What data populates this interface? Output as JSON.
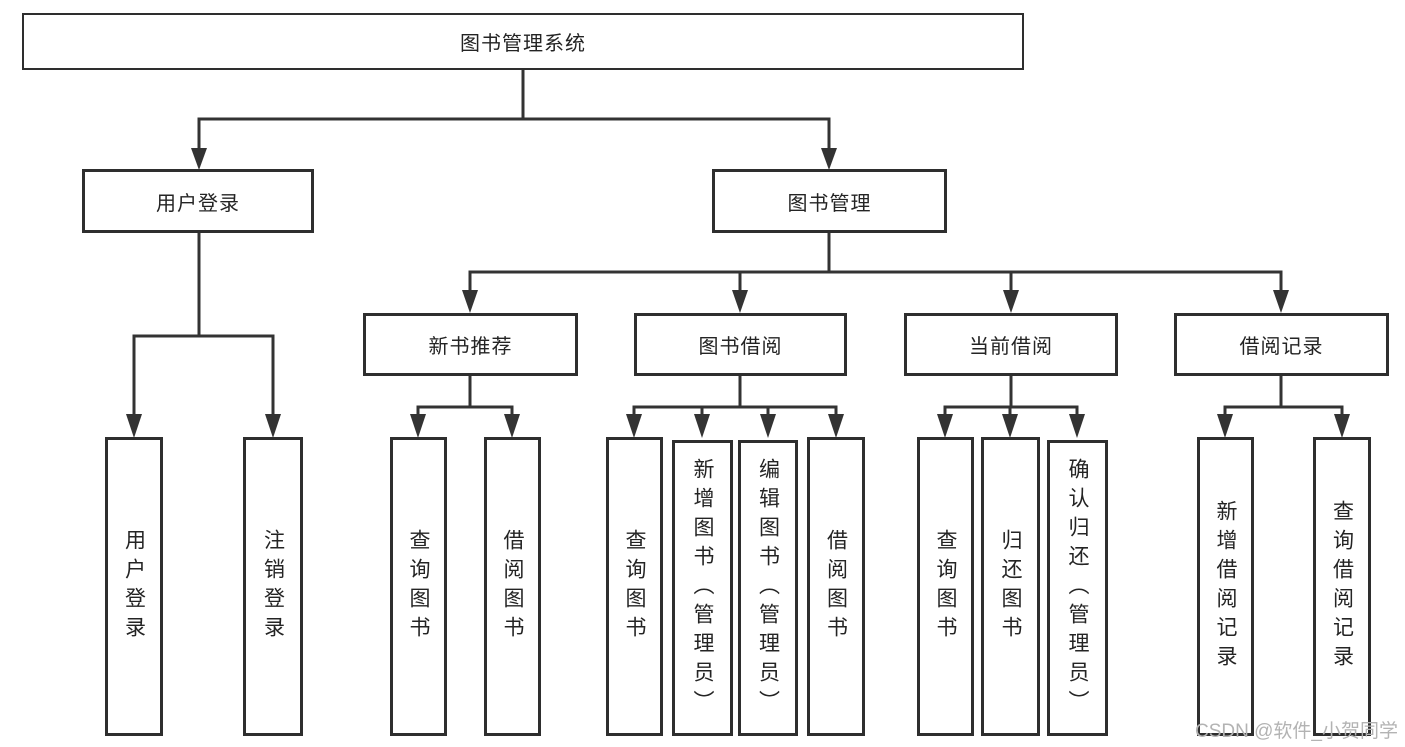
{
  "page": {
    "watermark": "CSDN @软件_小贺同学"
  },
  "colors": {
    "background": "#ffffff",
    "line": "#333333",
    "box_border": "#2e2e2e",
    "text": "#242424",
    "watermark": "#b3b3b3"
  },
  "tree": {
    "root": "图书管理系统",
    "branches": [
      {
        "label": "用户登录",
        "leaves": [
          "用户登录",
          "注销登录"
        ]
      },
      {
        "label": "图书管理",
        "groups": [
          {
            "label": "新书推荐",
            "leaves": [
              "查询图书",
              "借阅图书"
            ]
          },
          {
            "label": "图书借阅",
            "leaves": [
              "查询图书",
              "新增图书（管理员）",
              "编辑图书（管理员）",
              "借阅图书"
            ]
          },
          {
            "label": "当前借阅",
            "leaves": [
              "查询图书",
              "归还图书",
              "确认归还（管理员）"
            ]
          },
          {
            "label": "借阅记录",
            "leaves": [
              "新增借阅记录",
              "查询借阅记录"
            ]
          }
        ]
      }
    ]
  }
}
